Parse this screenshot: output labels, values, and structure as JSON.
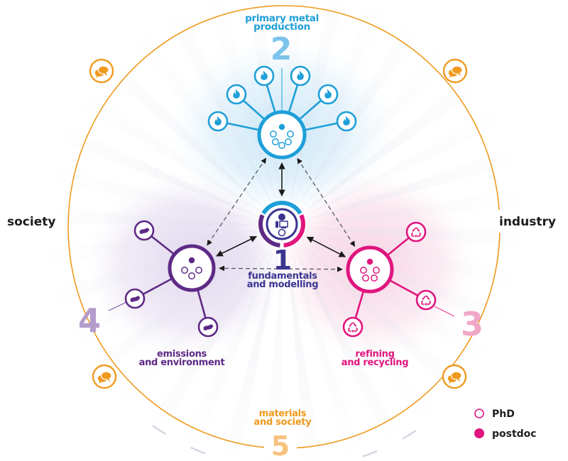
{
  "diagram": {
    "outer_labels": {
      "left": "society",
      "right": "industry"
    },
    "work_packages": [
      {
        "id": "1",
        "number": "1",
        "title_line1": "fundamentals",
        "title_line2": "and modelling",
        "color": "#3b3591",
        "icon": "computer-icon",
        "members": {
          "postdoc": 1,
          "phd": 1
        }
      },
      {
        "id": "2",
        "number": "2",
        "title_line1": "primary metal",
        "title_line2": "production",
        "color": "#1e9fd8",
        "number_color": "#7cc3ea",
        "satellite_icon": "flame-icon",
        "satellites": 6,
        "members": {
          "postdoc": 1,
          "phd": 5
        }
      },
      {
        "id": "3",
        "number": "3",
        "title_line1": "refining",
        "title_line2": "and recycling",
        "color": "#e0157e",
        "number_color": "#f0a7c7",
        "satellite_icon": "recycle-icon",
        "satellites": 3,
        "members": {
          "postdoc": 1,
          "phd": 4
        }
      },
      {
        "id": "4",
        "number": "4",
        "title_line1": "emissions",
        "title_line2": "and environment",
        "color": "#5e2a86",
        "number_color": "#b39ccb",
        "satellite_icon": "footprint-icon",
        "satellites": 3,
        "members": {
          "postdoc": 1,
          "phd": 3
        }
      },
      {
        "id": "5",
        "number": "5",
        "title_line1": "materials",
        "title_line2": "and society",
        "color": "#ef9a1e",
        "number_color": "#f6c27e",
        "satellite_icon": "speech-bubbles-icon",
        "satellites": 4
      }
    ],
    "links": [
      {
        "from": "1",
        "to": "2",
        "style": "solid",
        "direction": "both"
      },
      {
        "from": "1",
        "to": "3",
        "style": "solid",
        "direction": "both"
      },
      {
        "from": "1",
        "to": "4",
        "style": "solid",
        "direction": "both"
      },
      {
        "from": "2",
        "to": "3",
        "style": "dashed",
        "direction": "both"
      },
      {
        "from": "2",
        "to": "4",
        "style": "dashed",
        "direction": "both"
      },
      {
        "from": "3",
        "to": "4",
        "style": "dashed",
        "direction": "both"
      }
    ],
    "legend": {
      "items": [
        {
          "label": "PhD",
          "marker": "hollow-circle",
          "color": "#e0157e"
        },
        {
          "label": "postdoc",
          "marker": "filled-circle",
          "color": "#e0157e"
        }
      ]
    }
  }
}
